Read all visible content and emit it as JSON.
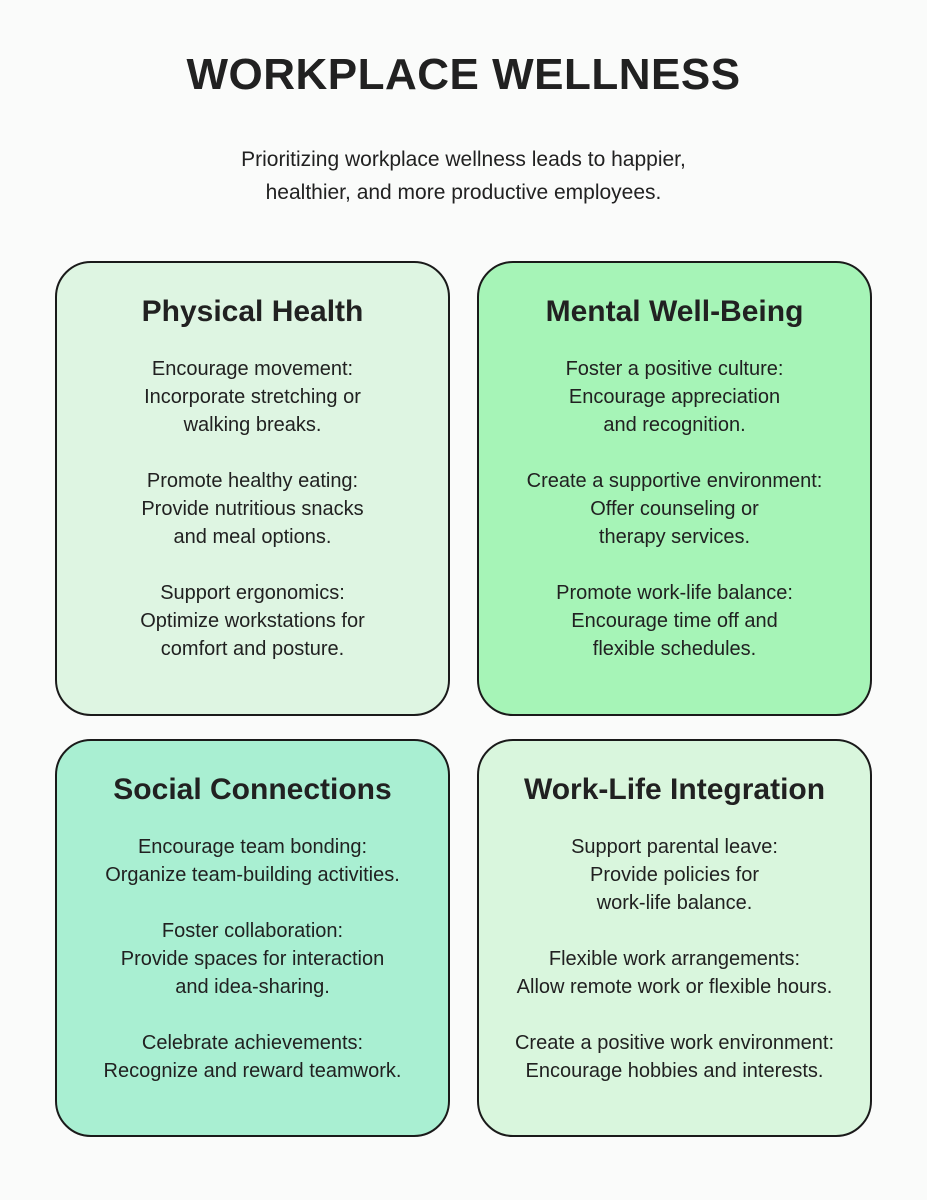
{
  "header": {
    "title": "WORKPLACE WELLNESS",
    "subtitle": "Prioritizing workplace wellness leads to happier,\nhealthier, and more productive employees."
  },
  "colors": {
    "page_bg": "#fafbfa",
    "text": "#212121",
    "card_border": "#1a1a1a"
  },
  "cards": [
    {
      "id": "physical-health",
      "title": "Physical Health",
      "bg": "#def5e2",
      "paragraphs": [
        "Encourage movement:\nIncorporate stretching or\nwalking breaks.",
        "Promote healthy eating:\nProvide nutritious snacks\nand meal options.",
        "Support ergonomics:\nOptimize workstations for\ncomfort and posture."
      ]
    },
    {
      "id": "mental-well-being",
      "title": "Mental Well-Being",
      "bg": "#a6f4b7",
      "paragraphs": [
        "Foster a positive culture:\nEncourage appreciation\nand recognition.",
        "Create a supportive environment:\nOffer counseling or\ntherapy services.",
        "Promote work-life balance:\nEncourage time off and\nflexible schedules."
      ]
    },
    {
      "id": "social-connections",
      "title": "Social Connections",
      "bg": "#a9efd2",
      "paragraphs": [
        "Encourage team bonding:\nOrganize team-building activities.",
        "Foster collaboration:\nProvide spaces for interaction\nand idea-sharing.",
        "Celebrate achievements:\nRecognize and reward teamwork."
      ]
    },
    {
      "id": "work-life-integration",
      "title": "Work-Life Integration",
      "bg": "#d9f6dd",
      "paragraphs": [
        "Support parental leave:\nProvide policies for\nwork-life balance.",
        "Flexible work arrangements:\nAllow remote work or flexible hours.",
        "Create a positive work environment:\nEncourage hobbies and interests."
      ]
    }
  ]
}
